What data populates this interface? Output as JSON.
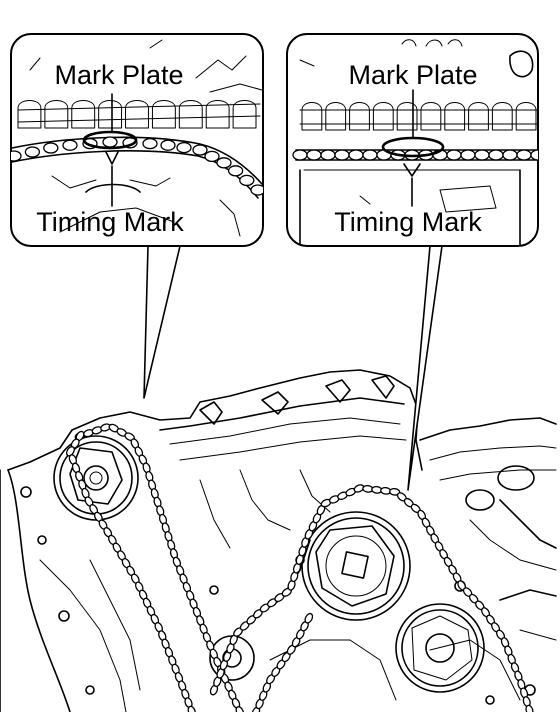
{
  "callouts": {
    "left": {
      "top_label": "Mark Plate",
      "bottom_label": "Timing Mark"
    },
    "right": {
      "top_label": "Mark Plate",
      "bottom_label": "Timing Mark"
    }
  }
}
